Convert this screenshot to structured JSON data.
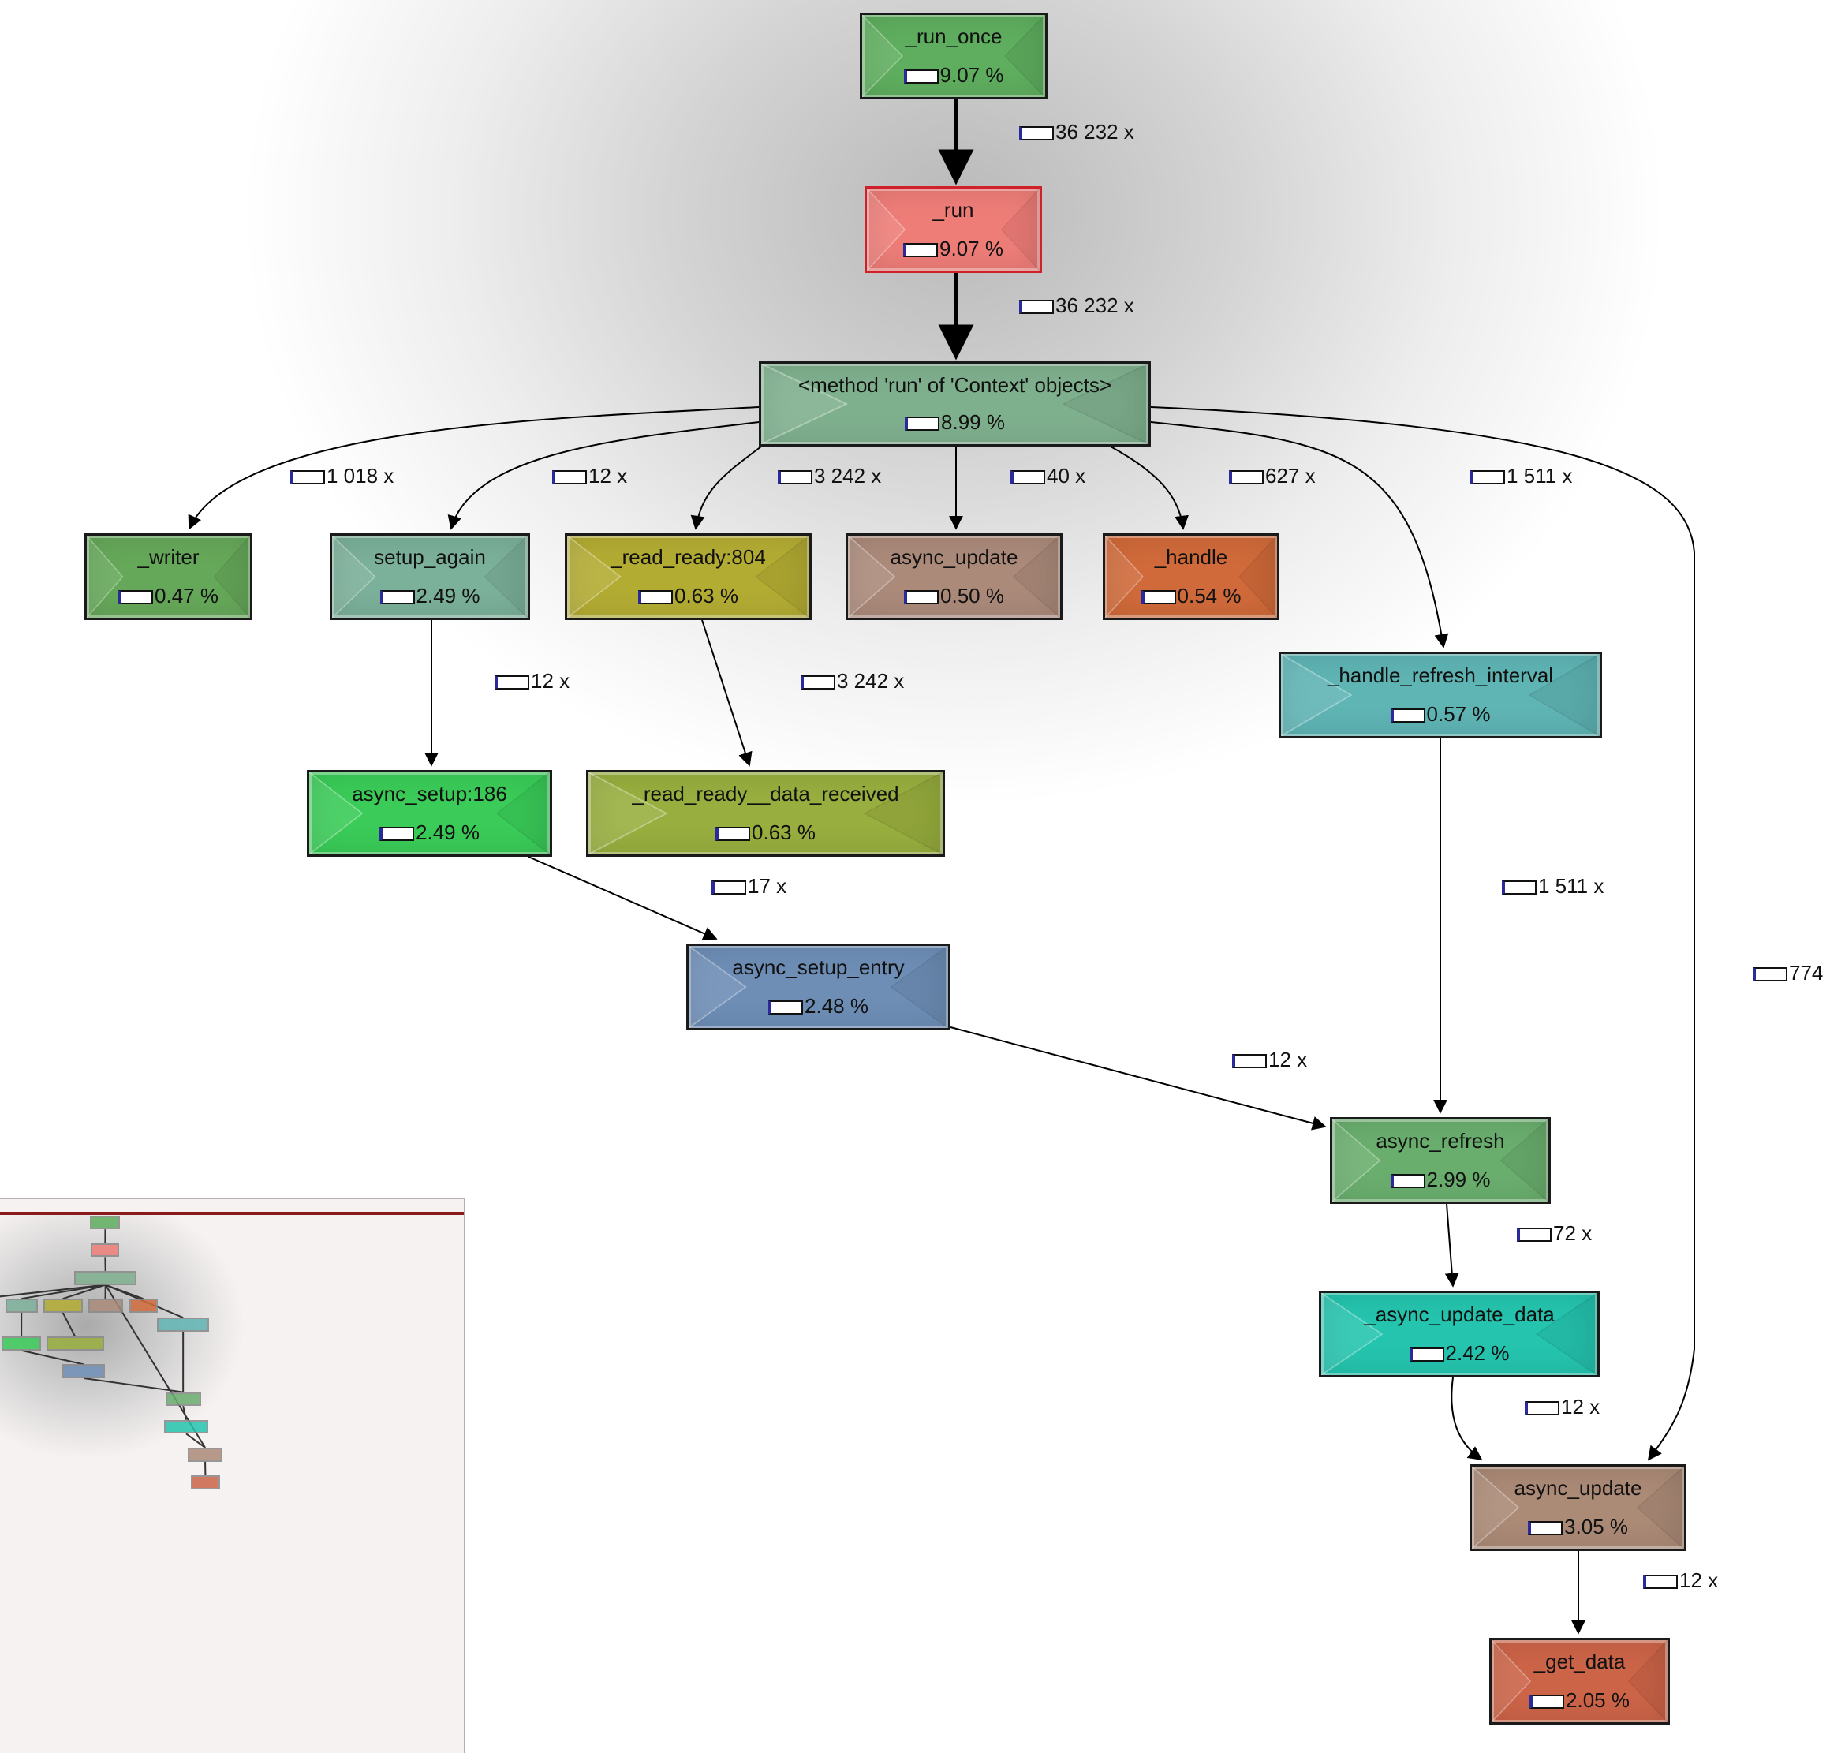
{
  "nodes": [
    {
      "id": "run_once",
      "name": "_run_once",
      "pct": "9.07 %",
      "color": "#5fae5f"
    },
    {
      "id": "run",
      "name": "_run",
      "pct": "9.07 %",
      "color": "#ee7d78"
    },
    {
      "id": "ctx",
      "name": "<method 'run' of 'Context' objects>",
      "pct": "8.99 %",
      "color": "#7fb08e"
    },
    {
      "id": "writer",
      "name": "_writer",
      "pct": "0.47 %",
      "color": "#66a85a"
    },
    {
      "id": "setup_again",
      "name": "setup_again",
      "pct": "2.49 %",
      "color": "#7bb09a"
    },
    {
      "id": "read_ready",
      "name": "_read_ready:804",
      "pct": "0.63 %",
      "color": "#b3ac33"
    },
    {
      "id": "async_update_1",
      "name": "async_update",
      "pct": "0.50 %",
      "color": "#ab8a7a"
    },
    {
      "id": "handle",
      "name": "_handle",
      "pct": "0.54 %",
      "color": "#d06a3a"
    },
    {
      "id": "handle_refresh",
      "name": "_handle_refresh_interval",
      "pct": "0.57 %",
      "color": "#5fb4b4"
    },
    {
      "id": "async_setup",
      "name": "async_setup:186",
      "pct": "2.49 %",
      "color": "#3acb58"
    },
    {
      "id": "read_ready_data",
      "name": "_read_ready__data_received",
      "pct": "0.63 %",
      "color": "#98ae3e"
    },
    {
      "id": "async_setup_entry",
      "name": "async_setup_entry",
      "pct": "2.48 %",
      "color": "#6e8eb6"
    },
    {
      "id": "async_refresh",
      "name": "async_refresh",
      "pct": "2.99 %",
      "color": "#6aae6e"
    },
    {
      "id": "async_update_data",
      "name": "_async_update_data",
      "pct": "2.42 %",
      "color": "#25c4ae"
    },
    {
      "id": "async_update_2",
      "name": "async_update",
      "pct": "3.05 %",
      "color": "#ab8a76"
    },
    {
      "id": "get_data",
      "name": "_get_data",
      "pct": "2.05 %",
      "color": "#cc6448"
    }
  ],
  "edges": [
    {
      "from": "run_once",
      "to": "run",
      "calls": "36 232 x"
    },
    {
      "from": "run",
      "to": "ctx",
      "calls": "36 232 x"
    },
    {
      "from": "ctx",
      "to": "writer",
      "calls": "1 018 x"
    },
    {
      "from": "ctx",
      "to": "setup_again",
      "calls": "12 x"
    },
    {
      "from": "ctx",
      "to": "read_ready",
      "calls": "3 242 x"
    },
    {
      "from": "ctx",
      "to": "async_update_1",
      "calls": "40 x"
    },
    {
      "from": "ctx",
      "to": "handle",
      "calls": "627 x"
    },
    {
      "from": "ctx",
      "to": "handle_refresh",
      "calls": "1 511 x"
    },
    {
      "from": "setup_again",
      "to": "async_setup",
      "calls": "12 x"
    },
    {
      "from": "read_ready",
      "to": "read_ready_data",
      "calls": "3 242 x"
    },
    {
      "from": "async_setup",
      "to": "async_setup_entry",
      "calls": "17 x"
    },
    {
      "from": "handle_refresh",
      "to": "async_refresh",
      "calls": "1 511 x"
    },
    {
      "from": "async_setup_entry",
      "to": "async_refresh",
      "calls": "12 x"
    },
    {
      "from": "ctx",
      "to": "async_update_2",
      "calls": "774"
    },
    {
      "from": "async_refresh",
      "to": "async_update_data",
      "calls": "72 x"
    },
    {
      "from": "async_update_data",
      "to": "async_update_2",
      "calls": "12 x"
    },
    {
      "from": "async_update_2",
      "to": "get_data",
      "calls": "12 x"
    }
  ]
}
